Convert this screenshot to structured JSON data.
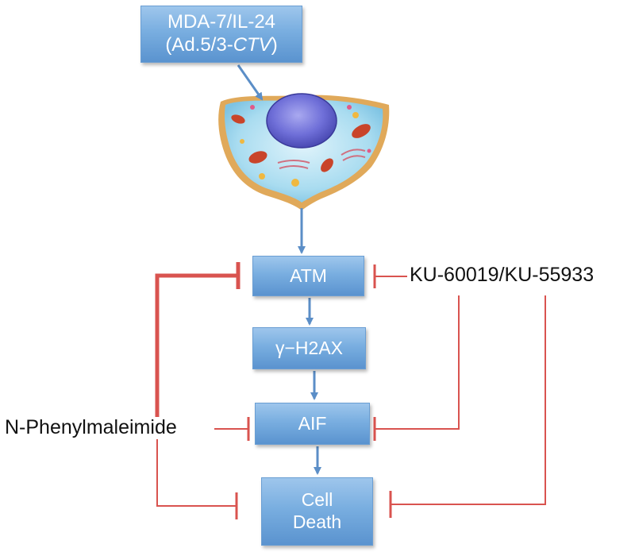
{
  "nodes": {
    "input": {
      "line1": "MDA-7/IL-24",
      "line2_prefix": "(Ad.5/3-",
      "line2_italic": "CTV",
      "line2_suffix": ")"
    },
    "atm": "ATM",
    "h2ax": "γ−H2AX",
    "aif": "AIF",
    "cell_death": {
      "line1": "Cell",
      "line2": "Death"
    }
  },
  "inhibitors": {
    "ku": "KU-60019/KU-55933",
    "nphenyl": "N-Phenylmaleimide"
  },
  "colors": {
    "activation_arrow": "#5b8ec7",
    "inhibition_line": "#d9534f",
    "box_fill": "#7eb1e1"
  },
  "icons": {
    "cell": "cell-illustration"
  }
}
